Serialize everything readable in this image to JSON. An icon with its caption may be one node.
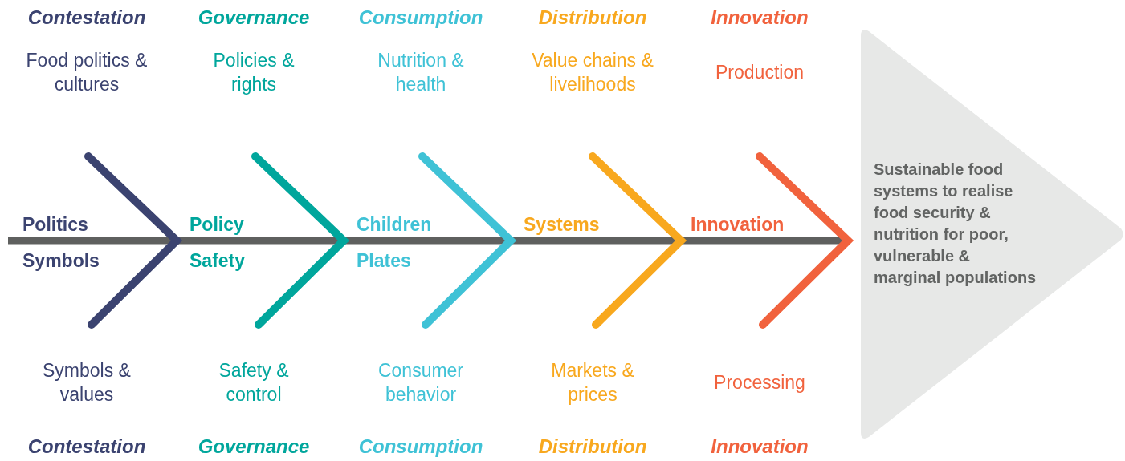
{
  "diagram": {
    "nodes": [
      {
        "text": [
          "Sustainable food systems to realise food security & nutrition for poor, vulnerable & marginal populations"
        ]
      }
    ],
    "labels": [
      "Contestation",
      "Governance",
      "Consumption",
      "Distribution",
      "Innovation",
      "Food politics & cultures",
      "Policies & rights",
      "Nutrition & health",
      "Value chains & livelihoods",
      "Production",
      "Politics",
      "Policy",
      "Children",
      "Systems",
      "Innovation",
      "Symbols",
      "Safety",
      "Plates",
      "Symbols & values",
      "Safety & control",
      "Consumer behavior",
      "Markets & prices",
      "Processing",
      "Contestation",
      "Governance",
      "Consumption",
      "Distribution",
      "Innovation"
    ]
  }
}
